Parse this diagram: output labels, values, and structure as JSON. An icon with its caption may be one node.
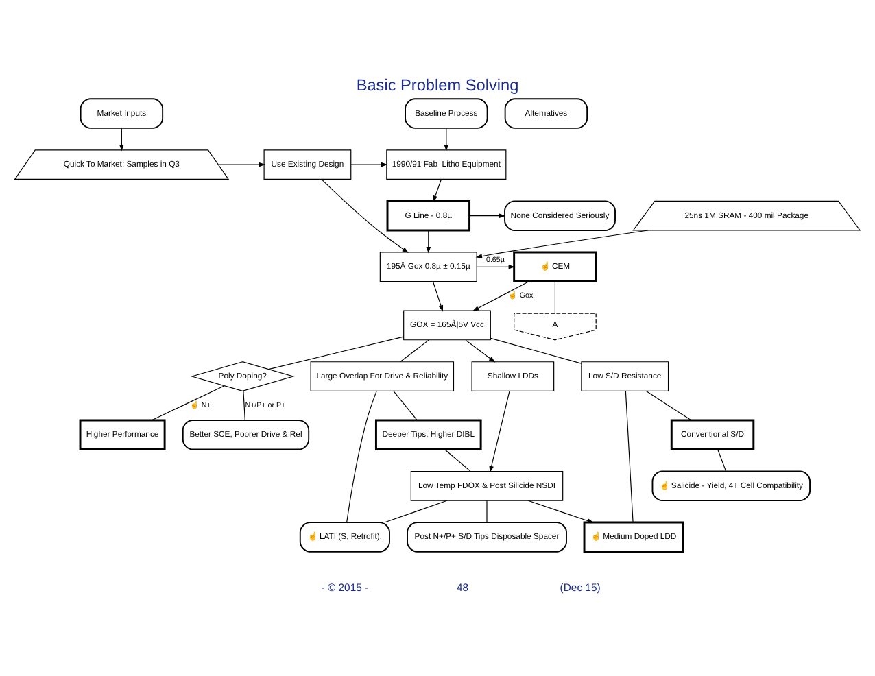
{
  "diagram": {
    "title": "Basic Problem Solving",
    "nodes": [
      {
        "text": [
          "Market Inputs"
        ]
      },
      {
        "text": [
          "Baseline Process"
        ]
      },
      {
        "text": [
          "Alternatives"
        ]
      },
      {
        "text": [
          "Quick To Market: Samples in Q3"
        ]
      },
      {
        "text": [
          "Use Existing Design"
        ]
      },
      {
        "text": [
          "1990/91 Fab  Litho Equipment"
        ]
      },
      {
        "text": [
          "G Line - 0.8µ"
        ]
      },
      {
        "text": [
          "None Considered Seriously"
        ]
      },
      {
        "text": [
          "25ns 1M SRAM - 400 mil Package"
        ]
      },
      {
        "text": [
          "195Å Gox 0.8µ ± 0.15µ"
        ]
      },
      {
        "text": [
          "☝ CEM"
        ]
      },
      {
        "text": [
          "GOX = 165Å|5V Vcc"
        ]
      },
      {
        "text": [
          "A"
        ]
      },
      {
        "text": [
          "Poly Doping?"
        ]
      },
      {
        "text": [
          "Large Overlap For Drive & Reliability"
        ]
      },
      {
        "text": [
          "Shallow LDDs"
        ]
      },
      {
        "text": [
          "Low S/D Resistance"
        ]
      },
      {
        "text": [
          "Better SCE, Poorer Drive & Rel"
        ]
      },
      {
        "text": [
          "Deeper Tips, Higher DIBL"
        ]
      },
      {
        "text": [
          "Low Temp FDOX & Post Silicide NSDI"
        ]
      },
      {
        "text": [
          "Conventional S/D"
        ]
      },
      {
        "text": [
          "☝ Salicide - Yield, 4T Cell Compatibility"
        ]
      },
      {
        "text": [
          "☝ Medium Doped LDD"
        ]
      },
      {
        "text": [
          "Post N+/P+ S/D Tips Disposable Spacer"
        ]
      },
      {
        "text": [
          "Higher Performance"
        ]
      },
      {
        "text": [
          "☝ LATI (S, Retrofit),"
        ]
      }
    ],
    "edges": [
      {
        "from": 0,
        "to": 3,
        "arrow": "to"
      },
      {
        "from": 1,
        "to": 5,
        "arrow": "to"
      },
      {
        "from": 3,
        "to": 4,
        "arrow": "to"
      },
      {
        "from": 4,
        "to": 5,
        "arrow": "to"
      },
      {
        "from": 4,
        "to": 9,
        "arrow": "to"
      },
      {
        "from": 8,
        "to": 9,
        "arrow": "to"
      },
      {
        "from": 5,
        "to": 6,
        "arrow": "to"
      },
      {
        "from": 6,
        "to": 7,
        "arrow": "to"
      },
      {
        "from": 6,
        "to": 9,
        "arrow": "to"
      },
      {
        "from": 9,
        "to": 10,
        "arrow": "to",
        "label": "0.65µ"
      },
      {
        "from": 10,
        "to": 11,
        "arrow": "to",
        "label": "☝ Gox"
      },
      {
        "from": 10,
        "to": 12,
        "arrow": "none"
      },
      {
        "from": 9,
        "to": 11,
        "arrow": "to"
      },
      {
        "from": 11,
        "to": 13,
        "arrow": "none"
      },
      {
        "from": 11,
        "to": 14,
        "arrow": "none"
      },
      {
        "from": 11,
        "to": 15,
        "arrow": "to"
      },
      {
        "from": 11,
        "to": 16,
        "arrow": "none"
      },
      {
        "from": 13,
        "to": 17,
        "arrow": "none",
        "label": "N+/P+ or P+"
      },
      {
        "from": 13,
        "to": 24,
        "arrow": "none",
        "label": "☝ N+"
      },
      {
        "from": 14,
        "to": 18,
        "arrow": "none"
      },
      {
        "from": 15,
        "to": 19,
        "arrow": "to"
      },
      {
        "from": 18,
        "to": 19,
        "arrow": "none"
      },
      {
        "from": 16,
        "to": 20,
        "arrow": "none"
      },
      {
        "from": 19,
        "to": 22,
        "arrow": "to"
      },
      {
        "from": 22,
        "to": 16,
        "arrow": "none"
      },
      {
        "from": 20,
        "to": 21,
        "arrow": "none"
      },
      {
        "from": 19,
        "to": 23,
        "arrow": "none"
      },
      {
        "from": 19,
        "to": 25,
        "arrow": "none"
      },
      {
        "from": 14,
        "to": 25,
        "arrow": "none"
      }
    ],
    "labels": [
      "- © 2015 -",
      "48",
      "(Dec 15)"
    ]
  }
}
